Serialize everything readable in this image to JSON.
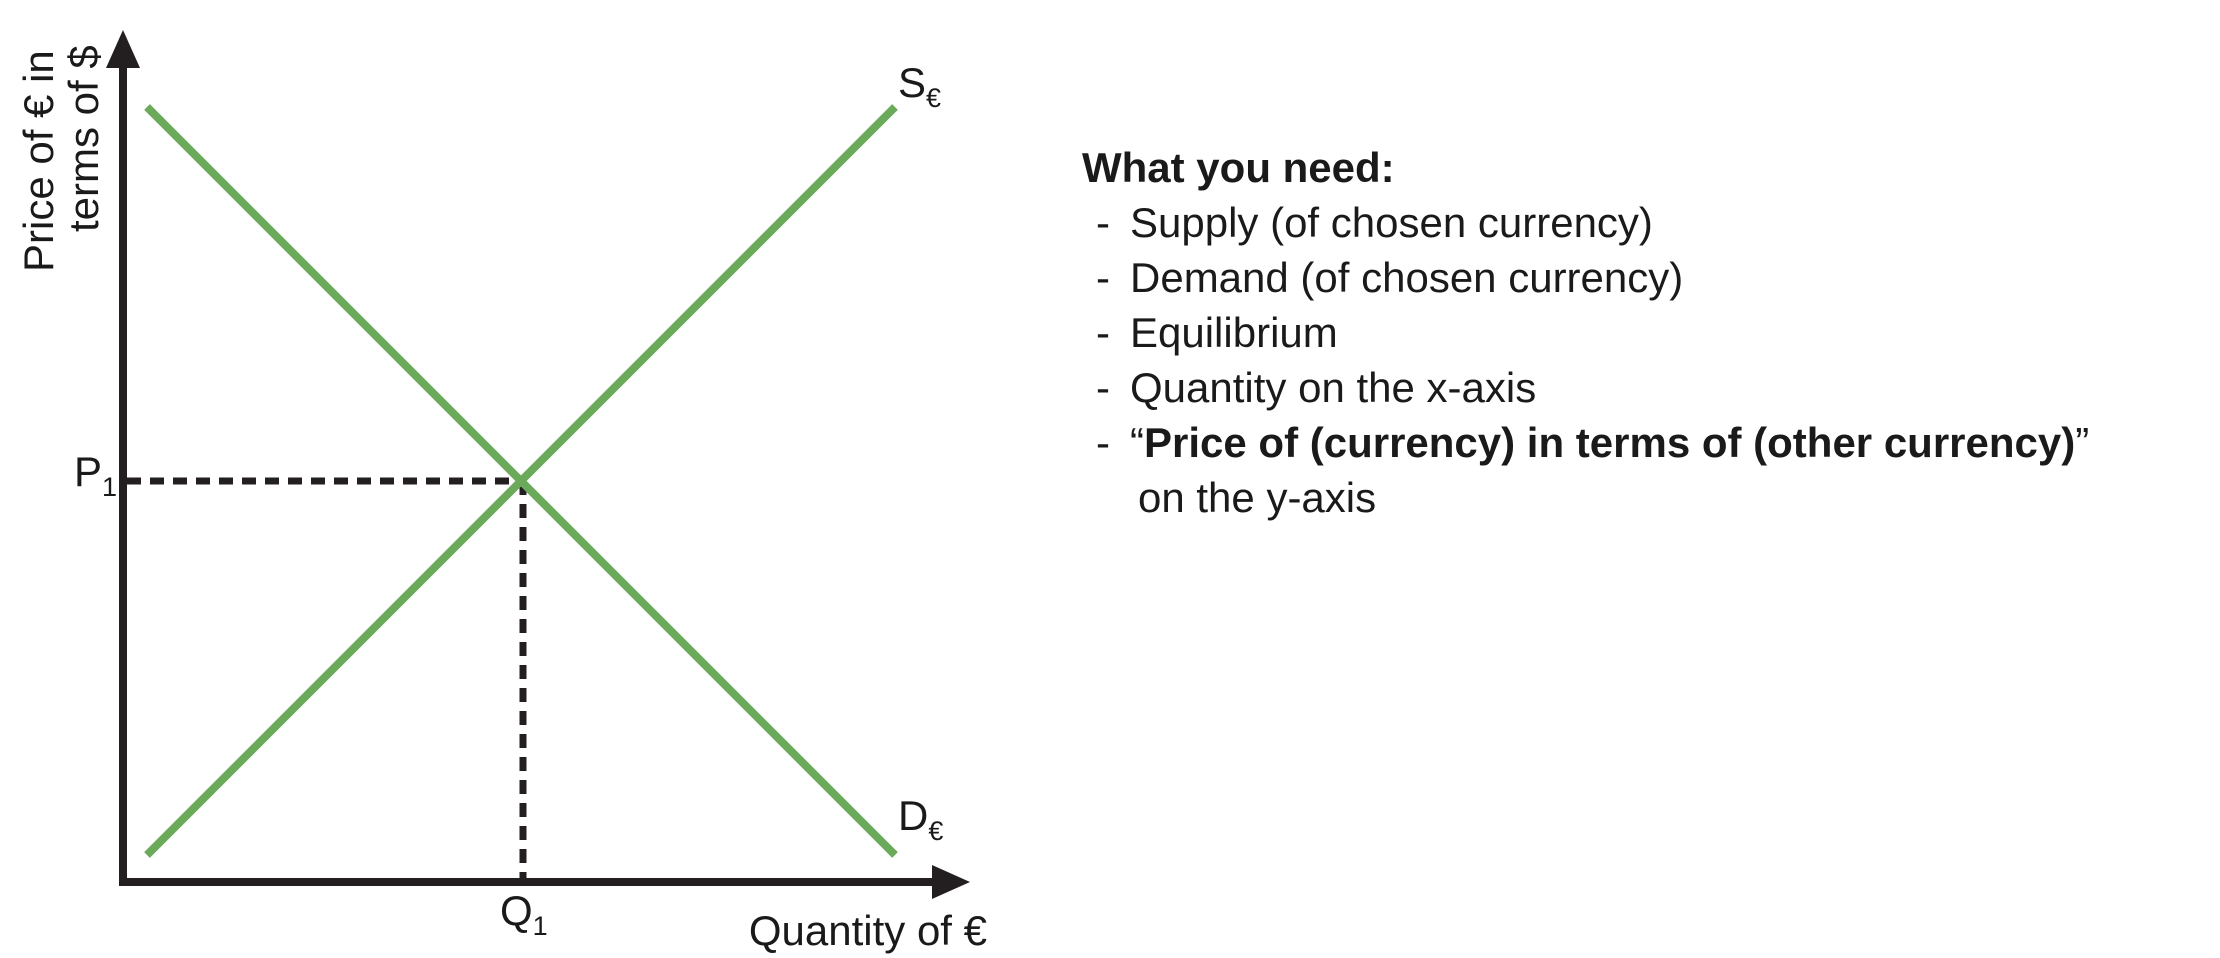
{
  "diagram": {
    "type": "supply-demand",
    "y_axis_title_lines": [
      "Price of € in",
      "terms of $"
    ],
    "x_axis_title": "Quantity of €",
    "supply_label": {
      "main": "S",
      "sub": "€"
    },
    "demand_label": {
      "main": "D",
      "sub": "€"
    },
    "price_label": {
      "main": "P",
      "sub": "1"
    },
    "quantity_label": {
      "main": "Q",
      "sub": "1"
    },
    "curve_color": "#6aaa5a",
    "axis_color": "#231f20",
    "guide_color": "#231f20"
  },
  "checklist": {
    "title": "What you need:",
    "dash": "-",
    "items": [
      "Supply (of chosen currency)",
      "Demand (of chosen currency)",
      "Equilibrium",
      "Quantity on the x-axis"
    ],
    "last_item": {
      "open_quote": "“",
      "bold": "Price of (currency) in terms of (other currency)",
      "close_quote": "”",
      "continuation": "on the y-axis"
    }
  }
}
